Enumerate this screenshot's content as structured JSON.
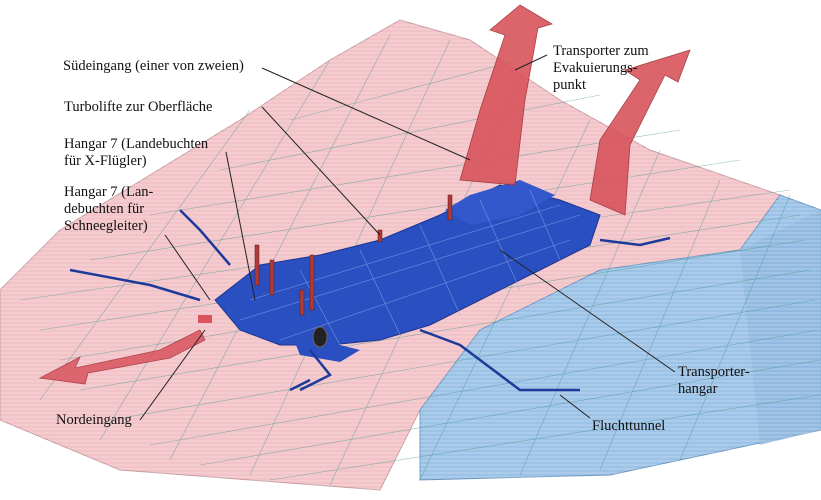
{
  "labels": {
    "south_entrance": "Südeingang (einer von zweien)",
    "turbolifts": "Turbolifte zur Oberfläche",
    "hangar7_xwing": "Hangar 7 (Landebuchten\nfür X-Flügler)",
    "hangar7_snow": "Hangar 7 (Lan-\ndebuchten für\nSchneegleiter)",
    "north_entrance": "Nordeingang",
    "transporter_route": "Transporter zum\nEvakuierungs-\npunkt",
    "transporter_hangar": "Transporter-\nhangar",
    "escape_tunnel": "Fluchttunnel"
  },
  "colors": {
    "terrain_pink": "#f2c3c8",
    "terrain_blue": "#9cc2e6",
    "base_blue": "#2a4fc0",
    "arrow_red": "#d9545c",
    "grid_line": "#3a8f8a",
    "leader_line": "#222222"
  }
}
